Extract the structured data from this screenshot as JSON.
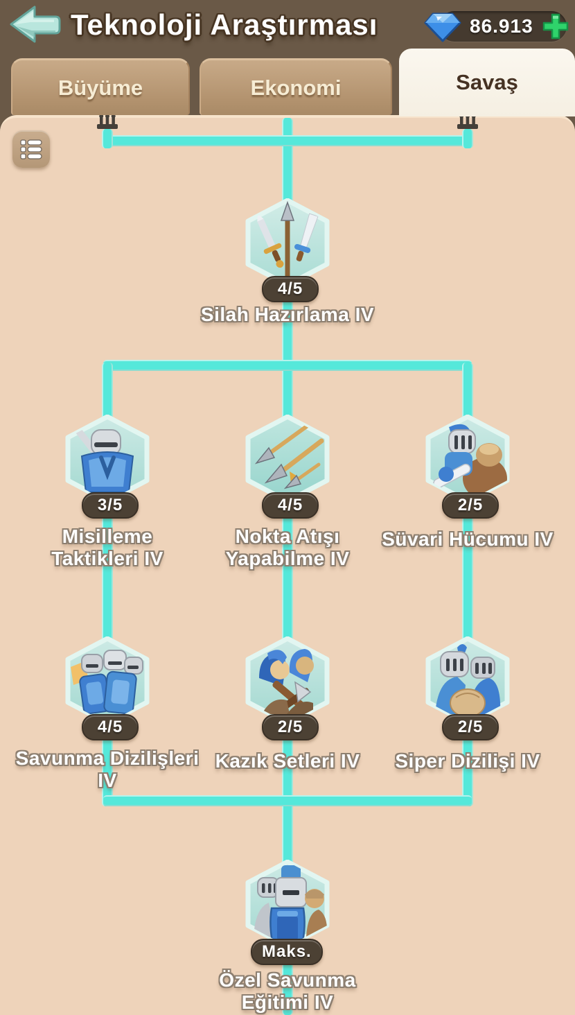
{
  "header": {
    "title": "Teknoloji Araştırması",
    "gems": "86.913"
  },
  "tabs": [
    {
      "label": "Büyüme",
      "active": false
    },
    {
      "label": "Ekonomi",
      "active": false
    },
    {
      "label": "Savaş",
      "active": true
    }
  ],
  "tree": {
    "nodes": [
      {
        "label": "Silah Hazırlama IV",
        "level": "4/5",
        "icon": "weapons-icon"
      },
      {
        "label": "Misilleme Taktikleri IV",
        "level": "3/5",
        "icon": "retaliation-icon"
      },
      {
        "label": "Nokta Atışı Yapabilme IV",
        "level": "4/5",
        "icon": "precision-arrows-icon"
      },
      {
        "label": "Süvari Hücumu IV",
        "level": "2/5",
        "icon": "cavalry-icon"
      },
      {
        "label": "Savunma Dizilişleri IV",
        "level": "4/5",
        "icon": "shield-wall-icon"
      },
      {
        "label": "Kazık Setleri IV",
        "level": "2/5",
        "icon": "stakes-icon"
      },
      {
        "label": "Siper Dizilişi IV",
        "level": "2/5",
        "icon": "trench-icon"
      },
      {
        "label": "Özel Savunma Eğitimi IV",
        "level": "Maks.",
        "icon": "defense-training-icon"
      }
    ]
  },
  "colors": {
    "top_bar": "#6a5947",
    "panel_bg": "#eed3ba",
    "line_cyan": "#55e8da",
    "tab_inactive": "#b3936f",
    "tab_active_bg": "#f5efe2",
    "pill_bg": "#4c4134",
    "gem_blue": "#3d8fe8",
    "plus_green": "#2fd36b"
  }
}
